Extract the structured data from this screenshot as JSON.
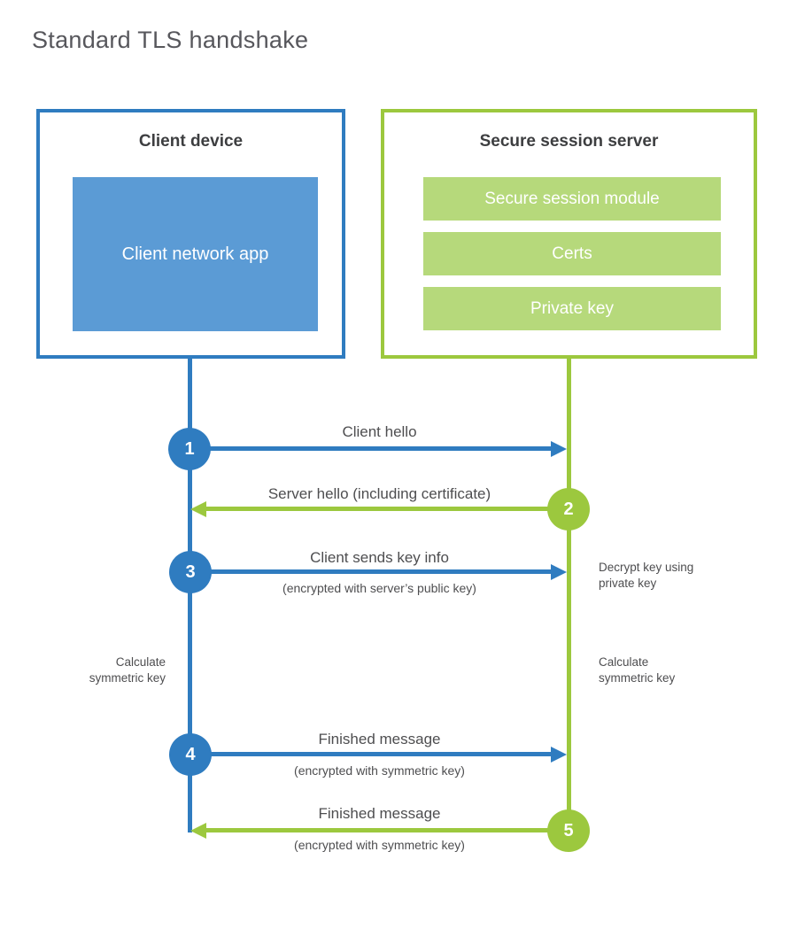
{
  "title": "Standard TLS handshake",
  "colors": {
    "blue": "#2f7cc0",
    "light_blue": "#5b9bd5",
    "green": "#9cc83e",
    "light_green": "#b6d97b",
    "label_gray": "#4e4e50",
    "header_dark": "#3d3e40",
    "title_gray": "#57575c"
  },
  "client_box": {
    "title": "Client device",
    "app_label": "Client network app"
  },
  "server_box": {
    "title": "Secure session server",
    "modules": [
      "Secure session module",
      "Certs",
      "Private key"
    ]
  },
  "steps": [
    {
      "num": "1",
      "label": "Client hello",
      "sublabel": "",
      "from": "client",
      "to": "server"
    },
    {
      "num": "2",
      "label": "Server hello (including certificate)",
      "sublabel": "",
      "from": "server",
      "to": "client"
    },
    {
      "num": "3",
      "label": "Client sends key info",
      "sublabel": "(encrypted with server’s public key)",
      "from": "client",
      "to": "server"
    },
    {
      "num": "4",
      "label": "Finished message",
      "sublabel": "(encrypted with symmetric key)",
      "from": "client",
      "to": "server"
    },
    {
      "num": "5",
      "label": "Finished message",
      "sublabel": "(encrypted with symmetric key)",
      "from": "server",
      "to": "client"
    }
  ],
  "annotations": {
    "decrypt_key": "Decrypt key using private key",
    "calculate_left": "Calculate symmetric key",
    "calculate_right": "Calculate symmetric key"
  }
}
